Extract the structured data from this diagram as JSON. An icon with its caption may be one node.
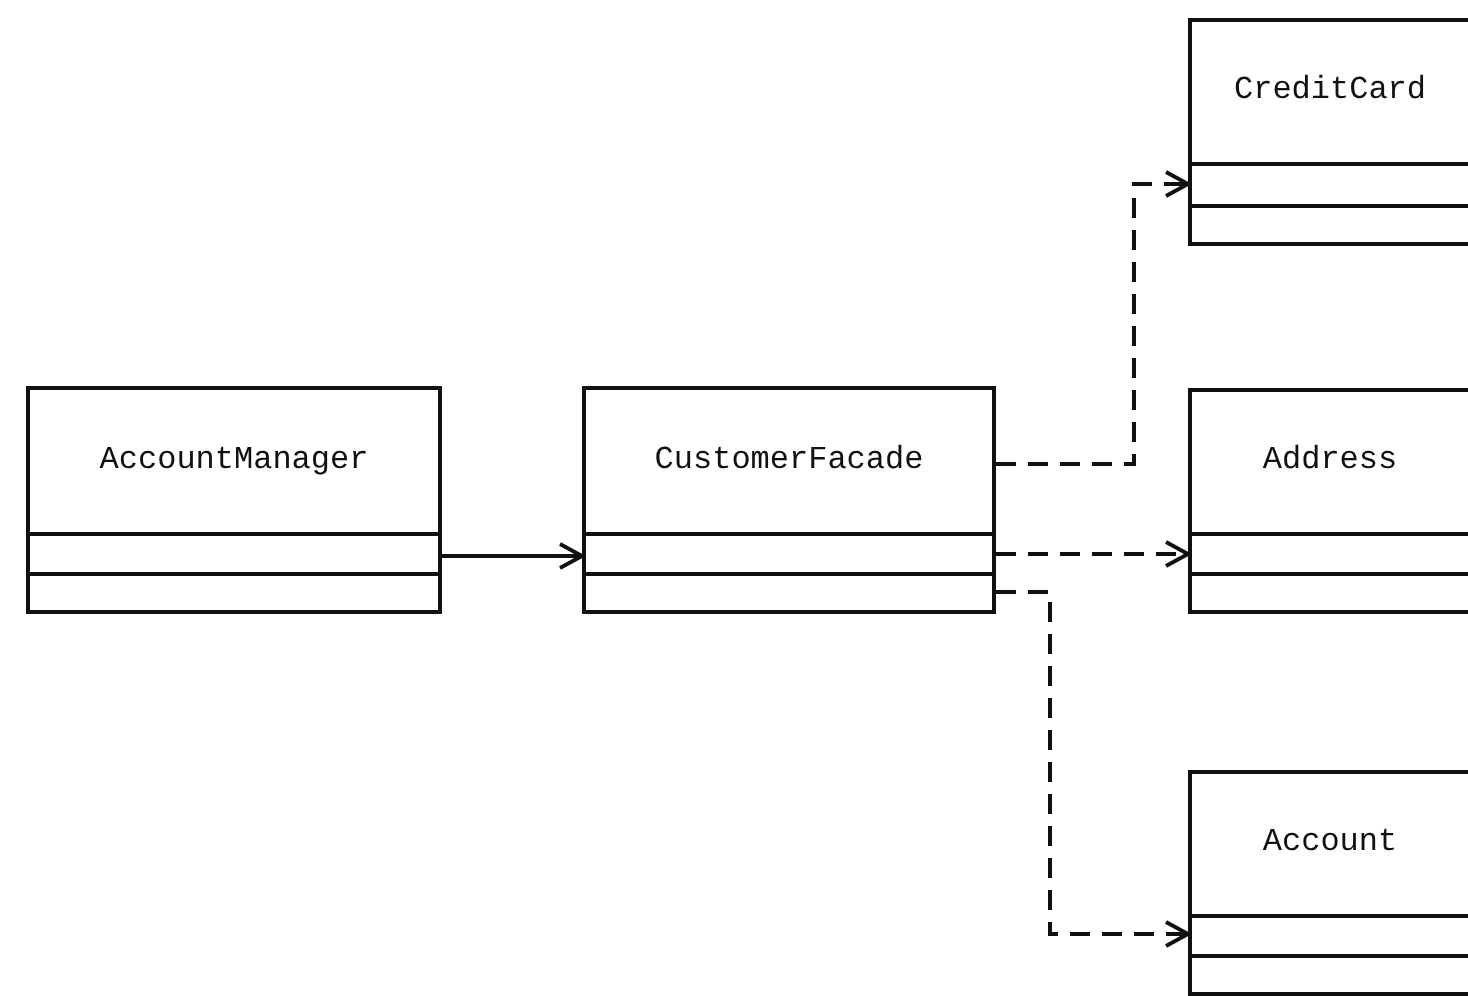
{
  "diagram": {
    "nodes": [
      {
        "text": [
          "AccountManager"
        ]
      },
      {
        "text": [
          "CustomerFacade"
        ]
      },
      {
        "text": [
          "CreditCard"
        ]
      },
      {
        "text": [
          "Address"
        ]
      },
      {
        "text": [
          "Account"
        ]
      }
    ],
    "edges": [
      {
        "from": 0,
        "to": 1,
        "arrow": "to"
      },
      {
        "from": 1,
        "to": 2,
        "arrow": "to",
        "style": "dashed"
      },
      {
        "from": 1,
        "to": 3,
        "arrow": "to",
        "style": "dashed"
      },
      {
        "from": 1,
        "to": 4,
        "arrow": "to",
        "style": "dashed"
      }
    ]
  }
}
